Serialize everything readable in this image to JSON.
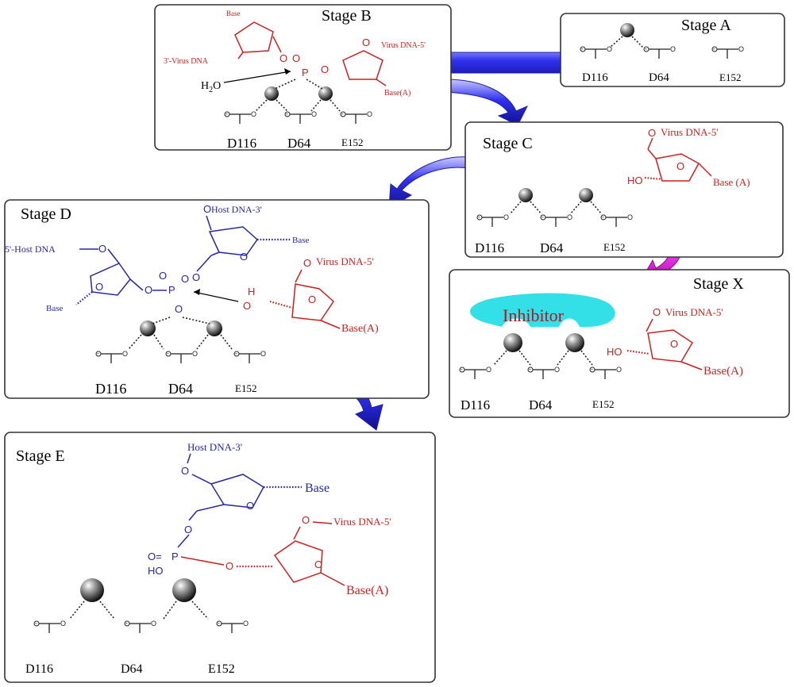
{
  "stages": {
    "a": {
      "title": "Stage A",
      "residues": [
        "D116",
        "D64",
        "E152"
      ]
    },
    "b": {
      "title": "Stage B",
      "residues": [
        "D116",
        "D64",
        "E152"
      ],
      "labels": {
        "base": "Base",
        "virus_3": "3'-Virus DNA",
        "virus_5": "Virus DNA-5'",
        "base_a": "Base(A)",
        "water": "H2O"
      }
    },
    "c": {
      "title": "Stage C",
      "residues": [
        "D116",
        "D64",
        "E152"
      ],
      "labels": {
        "virus_5": "Virus DNA-5'",
        "base_a": "Base (A)"
      }
    },
    "d": {
      "title": "Stage D",
      "residues": [
        "D116",
        "D64",
        "E152"
      ],
      "labels": {
        "host_3": "Host DNA-3'",
        "host_5": "5'-Host DNA",
        "base": "Base",
        "base2": "Base",
        "virus_5": "Virus DNA-5'",
        "base_a": "Base(A)"
      }
    },
    "e": {
      "title": "Stage E",
      "residues": [
        "D116",
        "D64",
        "E152"
      ],
      "labels": {
        "host_3": "Host DNA-3'",
        "base": "Base",
        "virus_5": "Virus DNA-5'",
        "base_a": "Base(A)"
      }
    },
    "x": {
      "title": "Stage X",
      "residues": [
        "D116",
        "D64",
        "E152"
      ],
      "inhibitor": "Inhibitor",
      "labels": {
        "virus_5": "Virus DNA-5'",
        "base_a": "Base(A)"
      }
    }
  },
  "colors": {
    "virus": "#cc1f1f",
    "host": "#2626a8",
    "arrow": "#3a3af0",
    "arrow_x": "#e020e0",
    "inhibitor": "#33e0e8"
  }
}
